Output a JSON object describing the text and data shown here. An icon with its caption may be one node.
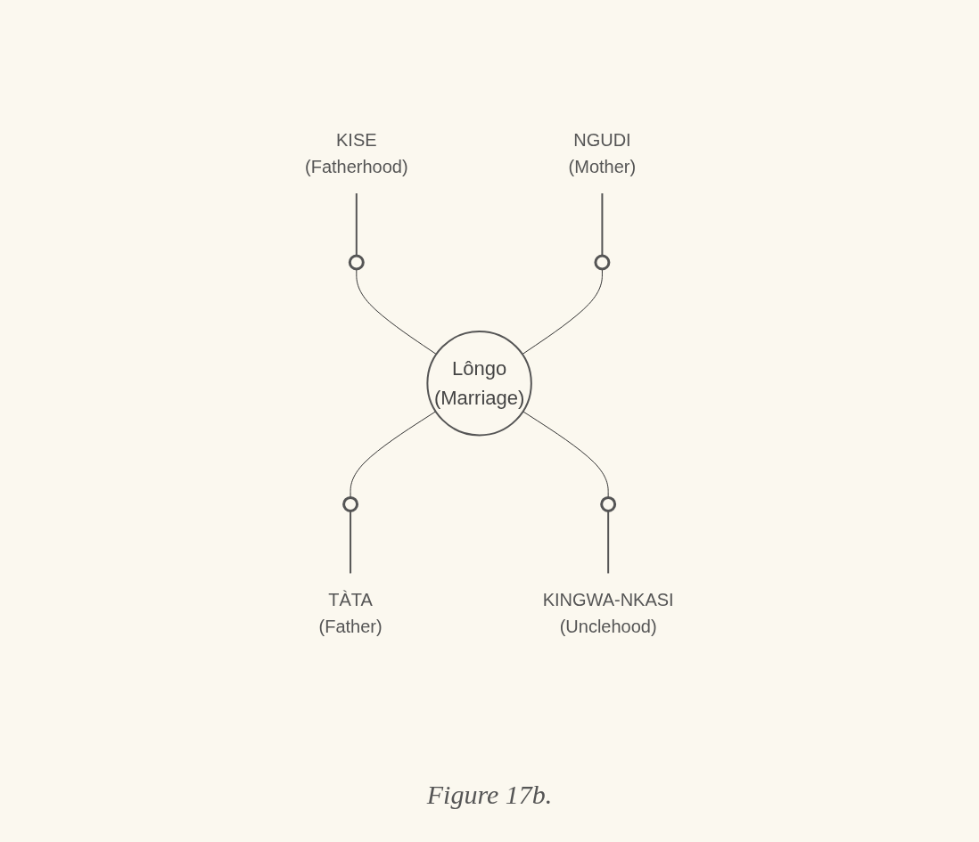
{
  "diagram": {
    "caption": "Figure 17b.",
    "nodes": [
      {
        "text": [],
        "shape": "circle",
        "beside": [
          "KISE",
          "(Fatherhood)"
        ]
      },
      {
        "text": [],
        "shape": "circle",
        "beside": [
          "NGUDI",
          "(Mother)"
        ]
      },
      {
        "text": [
          "Lôngo",
          "(Marriage)"
        ]
      },
      {
        "text": [],
        "shape": "circle",
        "beside": [
          "TÀTA",
          "(Father)"
        ]
      },
      {
        "text": [],
        "shape": "circle",
        "beside": [
          "KINGWA-NKASI",
          "(Unclehood)"
        ]
      }
    ],
    "edges": [
      {
        "from": 0,
        "to": 2,
        "arrow": "none"
      },
      {
        "from": 1,
        "to": 2,
        "arrow": "none"
      },
      {
        "from": 2,
        "to": 3,
        "arrow": "none"
      },
      {
        "from": 2,
        "to": 4,
        "arrow": "none"
      }
    ]
  }
}
